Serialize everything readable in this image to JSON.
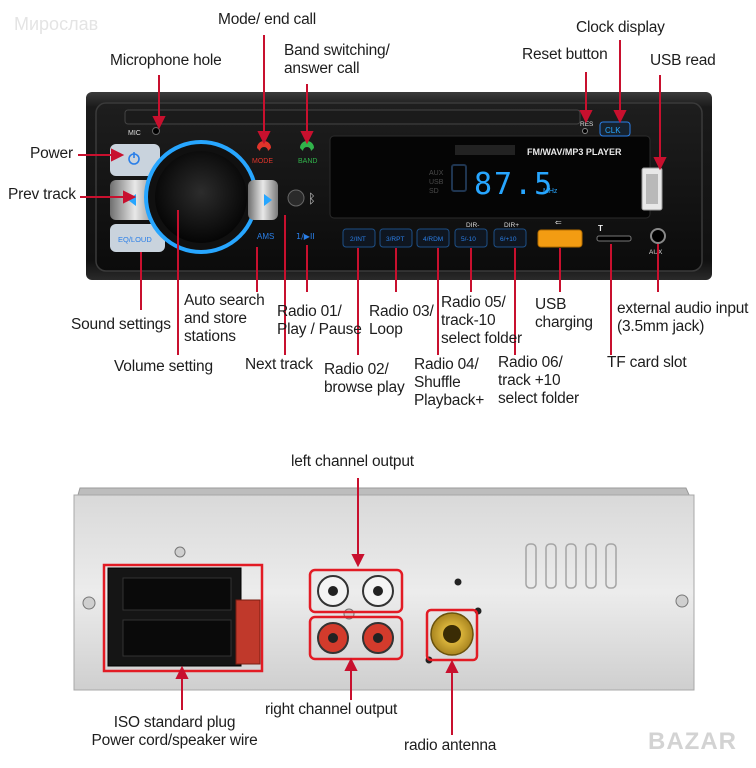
{
  "watermark": {
    "top_left": "Мирослав",
    "bottom_right": "BAZAR"
  },
  "colors": {
    "callout": "#c8102e",
    "accent_blue": "#2a7fe8",
    "led_blue": "#27a6ff",
    "usb_orange": "#f39c12",
    "rca_red": "#d33b2c",
    "antenna_gold": "#c9a227"
  },
  "front_panel": {
    "mic": "MIC",
    "mode": "MODE",
    "band": "BAND",
    "eq_loud": "EQ/LOUD",
    "ams": "AMS",
    "play_button": "1/▶II",
    "buttons": [
      "2/INT",
      "3/RPT",
      "4/RDM",
      "5/-10",
      "6/+10"
    ],
    "dir_minus": "DIR-",
    "dir_plus": "DIR+",
    "format_title": "FM/WAV/MP3 PLAYER",
    "display_modes": [
      "AUX",
      "USB",
      "SD"
    ],
    "frequency": "87.5",
    "freq_unit": "MHz",
    "res": "RES",
    "clk": "CLK",
    "aux": "AUX",
    "tf_slot": "T",
    "usb_port_symbol": "⇐"
  },
  "labels": {
    "mode_end_call": "Mode/ end call",
    "microphone_hole": "Microphone hole",
    "band_switching": [
      "Band switching/",
      "answer call"
    ],
    "clock_display": "Clock display",
    "reset_button": "Reset button",
    "usb_read": "USB read",
    "power": "Power",
    "prev_track": "Prev track",
    "sound_settings": "Sound settings",
    "auto_search": [
      "Auto search",
      "and store",
      "stations"
    ],
    "volume_setting": "Volume setting",
    "radio_01": [
      "Radio 01/",
      "Play / Pause"
    ],
    "next_track": "Next track",
    "radio_02": [
      "Radio 02/",
      "browse play"
    ],
    "radio_03": [
      "Radio 03/",
      "Loop"
    ],
    "radio_04": [
      "Radio 04/",
      "Shuffle",
      "Playback+"
    ],
    "radio_05": [
      "Radio 05/",
      "track-10",
      "select folder"
    ],
    "radio_06": [
      "Radio 06/",
      "track +10",
      "select folder"
    ],
    "usb_charging": [
      "USB",
      "charging"
    ],
    "tf_card_slot": "TF card slot",
    "external_audio": [
      "external audio input",
      "(3.5mm jack)"
    ],
    "left_channel_output": "left channel output",
    "right_channel_output": "right channel output",
    "iso_plug": [
      "ISO standard plug",
      "Power cord/speaker wire"
    ],
    "radio_antenna": "radio antenna"
  }
}
